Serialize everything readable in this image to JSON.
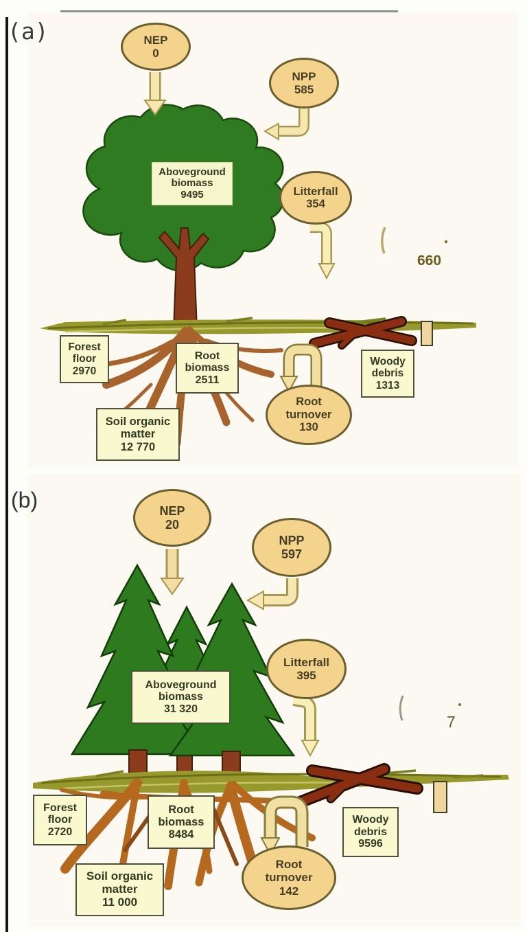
{
  "figure": {
    "panel_a": {
      "label": "(a)",
      "nep": {
        "label": "NEP",
        "value": "0"
      },
      "npp": {
        "label": "NPP",
        "value": "585"
      },
      "aboveground_biomass": {
        "line1": "Aboveground",
        "line2": "biomass",
        "value": "9495"
      },
      "litterfall": {
        "label": "Litterfall",
        "value": "354"
      },
      "forest_floor": {
        "line1": "Forest",
        "line2": "floor",
        "value": "2970"
      },
      "root_biomass": {
        "line1": "Root",
        "line2": "biomass",
        "value": "2511"
      },
      "soil_organic_matter": {
        "line1": "Soil organic",
        "line2": "matter",
        "value": "12 770"
      },
      "root_turnover": {
        "line1": "Root",
        "line2": "turnover",
        "value": "130"
      },
      "woody_debris": {
        "line1": "Woody",
        "line2": "debris",
        "value": "1313"
      },
      "overlay_value": "660"
    },
    "panel_b": {
      "label": "(b)",
      "nep": {
        "label": "NEP",
        "value": "20"
      },
      "npp": {
        "label": "NPP",
        "value": "597"
      },
      "aboveground_biomass": {
        "line1": "Aboveground",
        "line2": "biomass",
        "value": "31 320"
      },
      "litterfall": {
        "label": "Litterfall",
        "value": "395"
      },
      "forest_floor": {
        "line1": "Forest",
        "line2": "floor",
        "value": "2720"
      },
      "root_biomass": {
        "line1": "Root",
        "line2": "biomass",
        "value": "8484"
      },
      "soil_organic_matter": {
        "line1": "Soil organic",
        "line2": "matter",
        "value": "11 000"
      },
      "root_turnover": {
        "line1": "Root",
        "line2": "turnover",
        "value": "142"
      },
      "woody_debris": {
        "line1": "Woody",
        "line2": "debris",
        "value": "9596"
      },
      "overlay_value": "7"
    },
    "colors": {
      "ellipse_fill": "#f4d38d",
      "ellipse_border": "#6b5e2f",
      "box_fill": "#f9f8cf",
      "box_border": "#4c513d",
      "canopy_green": "#2e7b22",
      "trunk_brown": "#8a3c1c",
      "ground_olive": "#97992c",
      "root_brown": "#a8622c",
      "log_redbrown": "#8a2e12",
      "arrow_cream": "#f6e7b0"
    }
  }
}
